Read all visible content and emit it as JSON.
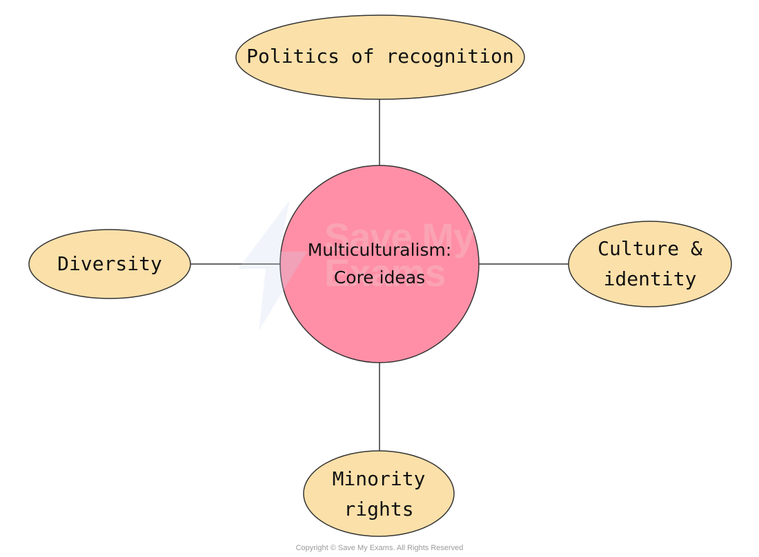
{
  "diagram": {
    "center": {
      "label": "Multiculturalism:\nCore ideas",
      "fill": "#FF8FA6"
    },
    "nodes": [
      {
        "id": "top",
        "label": "Politics of recognition"
      },
      {
        "id": "left",
        "label": "Diversity"
      },
      {
        "id": "right",
        "label": "Culture &\nidentity"
      },
      {
        "id": "bottom",
        "label": "Minority\nrights"
      }
    ],
    "node_fill": "#FBE0A9",
    "stroke": "#333333"
  },
  "watermark": {
    "text": "Save My\nExams"
  },
  "copyright": "Copyright © Save My Exams. All Rights Reserved"
}
